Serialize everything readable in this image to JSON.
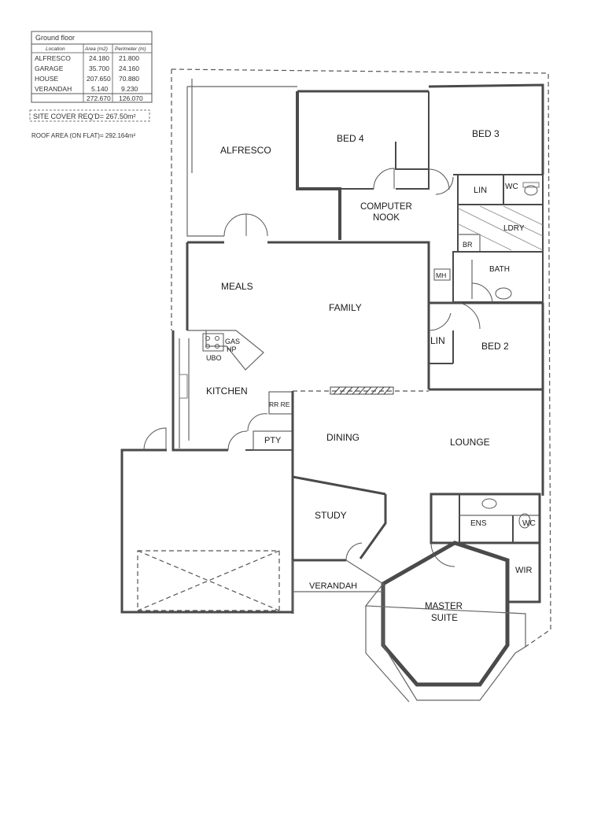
{
  "summary_table": {
    "title": "Ground floor",
    "headers": [
      "Location",
      "Area (m2)",
      "Perimeter (m)"
    ],
    "rows": [
      [
        "ALFRESCO",
        "24.180",
        "21.800"
      ],
      [
        "GARAGE",
        "35.700",
        "24.160"
      ],
      [
        "HOUSE",
        "207.650",
        "70.880"
      ],
      [
        "VERANDAH",
        "5.140",
        "9.230"
      ]
    ],
    "totals": [
      "",
      "272.670",
      "126.070"
    ]
  },
  "notes": {
    "site_cover": "SITE COVER REQ'D= 267.50m²",
    "roof_area": "ROOF AREA (ON FLAT)= 292.164m²"
  },
  "rooms": {
    "alfresco": "ALFRESCO",
    "bed4": "BED 4",
    "bed3": "BED 3",
    "computer": "COMPUTER",
    "nook": "NOOK",
    "lin_top": "LIN",
    "wc_top": "WC",
    "ldry": "LDRY",
    "br": "BR",
    "bath": "BATH",
    "mh": "MH",
    "meals": "MEALS",
    "family": "FAMILY",
    "lin_mid": "LIN",
    "bed2": "BED 2",
    "gas": "GAS",
    "hp": "HP",
    "ubo": "UBO",
    "kitchen": "KITCHEN",
    "rrre": "RR RE",
    "pty": "PTY",
    "dining": "DINING",
    "lounge": "LOUNGE",
    "study": "STUDY",
    "ens": "ENS",
    "wc_ens": "WC",
    "wir": "WIR",
    "verandah": "VERANDAH",
    "master": "MASTER",
    "suite": "SUITE"
  }
}
